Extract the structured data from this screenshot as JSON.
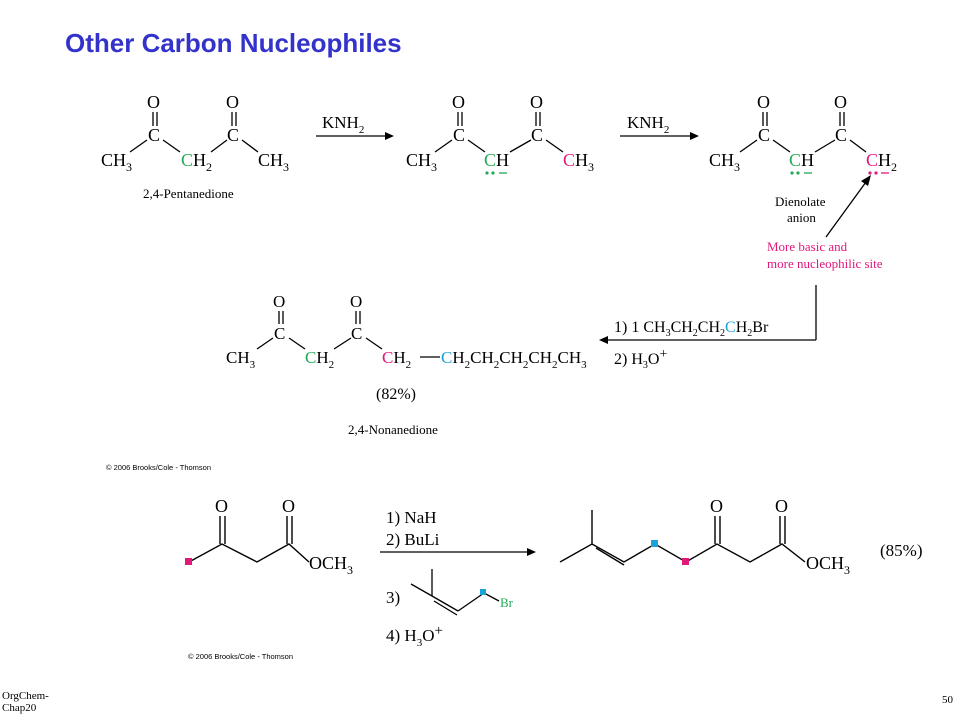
{
  "slide": {
    "title": "Other Carbon Nucleophiles",
    "footer_left_line1": "OrgChem-",
    "footer_left_line2": "Chap20",
    "page_number": "50"
  },
  "colors": {
    "title": "#3333cc",
    "green": "#22aa55",
    "magenta": "#e0187a",
    "cyan": "#1aa3d9"
  },
  "scheme1": {
    "reagent_1": "KNH",
    "reagent_1_sub": "2",
    "reagent_2": "KNH",
    "reagent_2_sub": "2",
    "name_start": "2,4-Pentanedione",
    "name_dienolate_line1": "Dienolate",
    "name_dienolate_line2": "anion",
    "note_line1": "More basic and",
    "note_line2": "more nucleophilic site",
    "step_1": "1) 1 CH",
    "step_1_rest": "Br",
    "step_2": "2) H",
    "yield": "(82%)",
    "name_product": "2,4-Nonanedione",
    "copyright": "© 2006 Brooks/Cole - Thomson"
  },
  "scheme2": {
    "step_1": "1) NaH",
    "step_2": "2) BuLi",
    "step_3": "3)",
    "step_4": "4) H",
    "bromide": "Br",
    "methoxy": "OCH",
    "yield": "(85%)",
    "copyright": "© 2006 Brooks/Cole - Thomson"
  }
}
